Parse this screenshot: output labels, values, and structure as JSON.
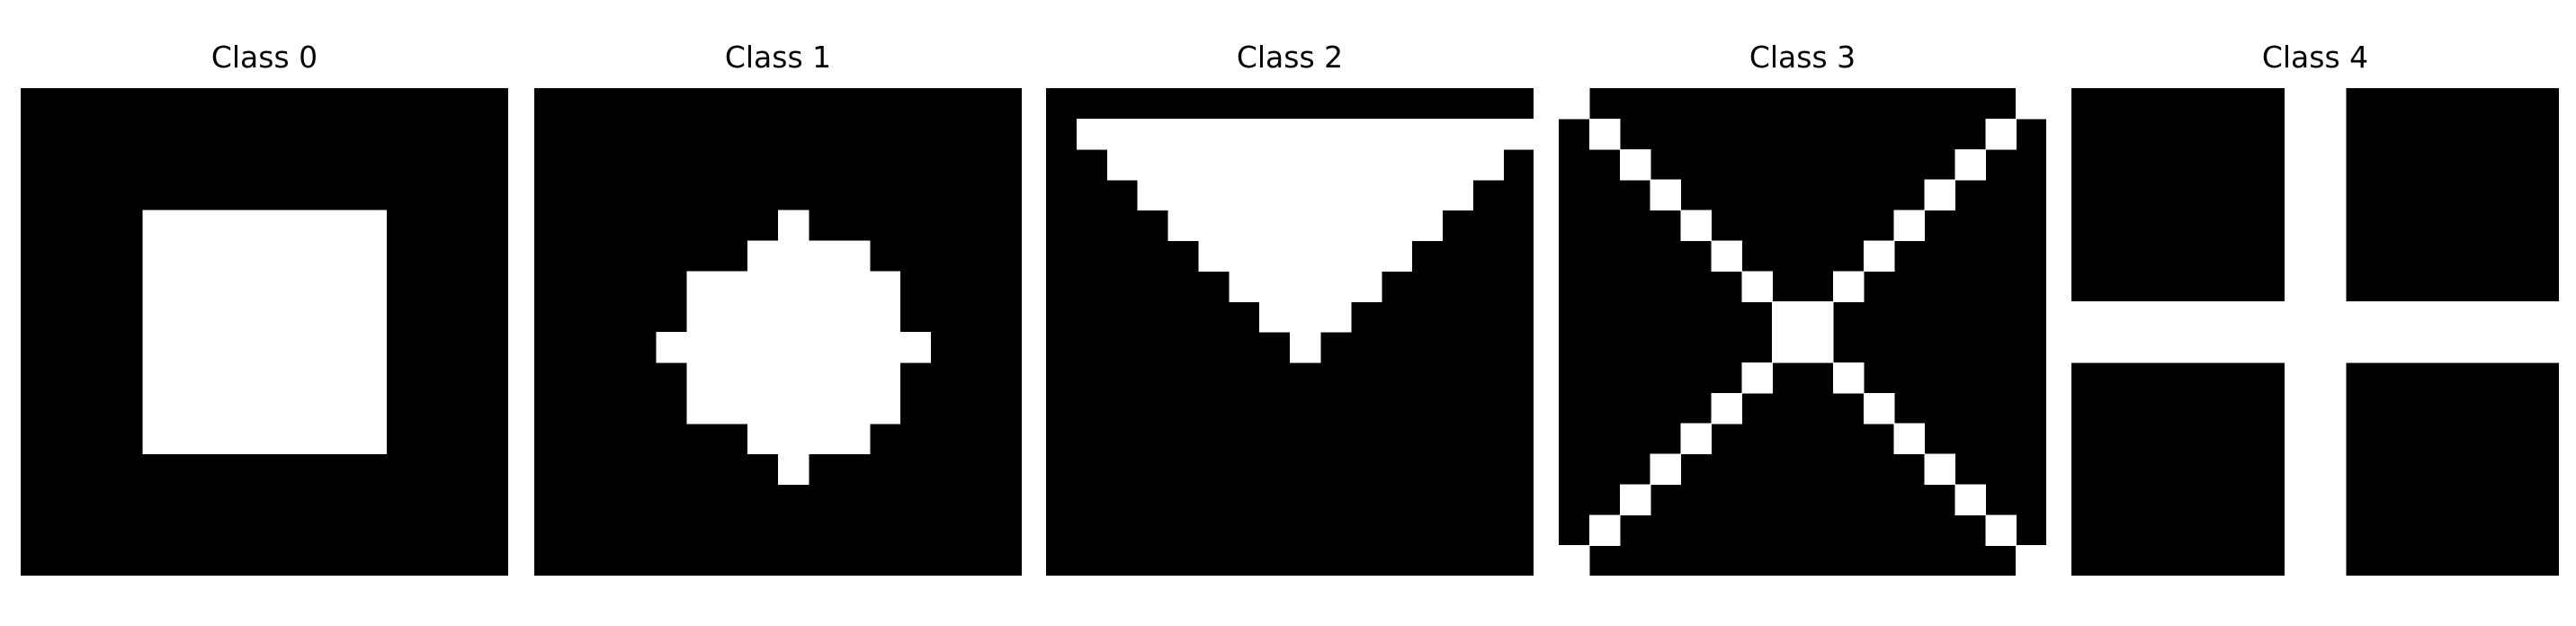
{
  "colors": {
    "on": "#ffffff",
    "off": "#000000"
  },
  "panels": [
    {
      "title": "Class 0",
      "grid": [
        "0000000000000000",
        "0000000000000000",
        "0000000000000000",
        "0000000000000000",
        "0000111111110000",
        "0000111111110000",
        "0000111111110000",
        "0000111111110000",
        "0000111111110000",
        "0000111111110000",
        "0000111111110000",
        "0000111111110000",
        "0000000000000000",
        "0000000000000000",
        "0000000000000000",
        "0000000000000000"
      ]
    },
    {
      "title": "Class 1",
      "grid": [
        "0000000000000000",
        "0000000000000000",
        "0000000000000000",
        "0000000000000000",
        "0000000010000000",
        "0000000111100000",
        "0000011111110000",
        "0000011111110000",
        "0000111111111000",
        "0000011111110000",
        "0000011111110000",
        "0000000111100000",
        "0000000010000000",
        "0000000000000000",
        "0000000000000000",
        "0000000000000000"
      ]
    },
    {
      "title": "Class 2",
      "grid": [
        "0000000000000000",
        "0111111111111111",
        "0011111111111110",
        "0001111111111100",
        "0000111111111000",
        "0000011111110000",
        "0000001111100000",
        "0000000111000000",
        "0000000010000000",
        "0000000000000000",
        "0000000000000000",
        "0000000000000000",
        "0000000000000000",
        "0000000000000000",
        "0000000000000000",
        "0000000000000000"
      ]
    },
    {
      "title": "Class 3",
      "grid": [
        "1000000000000001",
        "0100000000000010",
        "0010000000000100",
        "0001000000001000",
        "0000100000010000",
        "0000010000100000",
        "0000001001000000",
        "0000000110000000",
        "0000000110000000",
        "0000001001000000",
        "0000010000100000",
        "0000100000010000",
        "0001000000001000",
        "0010000000000100",
        "0100000000000010",
        "1000000000000001"
      ]
    },
    {
      "title": "Class 4",
      "grid": [
        "0000000110000000",
        "0000000110000000",
        "0000000110000000",
        "0000000110000000",
        "0000000110000000",
        "0000000110000000",
        "0000000110000000",
        "1111111111111111",
        "1111111111111111",
        "0000000110000000",
        "0000000110000000",
        "0000000110000000",
        "0000000110000000",
        "0000000110000000",
        "0000000110000000",
        "0000000110000000"
      ]
    }
  ]
}
